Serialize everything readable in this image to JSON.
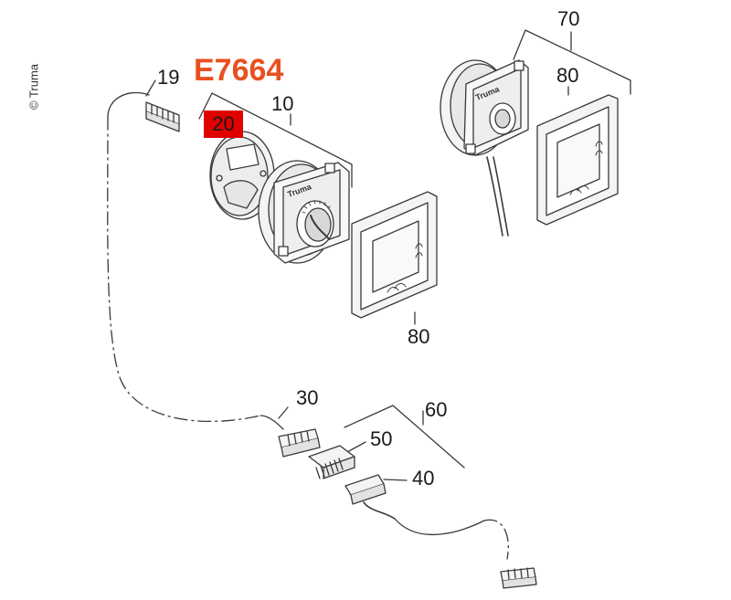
{
  "title": "E7664",
  "copyright": "© Truma",
  "colors": {
    "title": "#e8501f",
    "highlight": "#e00000",
    "line": "#3a3a3a",
    "fill": "#f4f4f4",
    "shade": "#cfcfcf"
  },
  "brand_on_parts": "Truma",
  "callouts": {
    "c19": "19",
    "c20": "20",
    "c10": "10",
    "c70": "70",
    "c80_top": "80",
    "c80_bottom": "80",
    "c30": "30",
    "c60": "60",
    "c50": "50",
    "c40": "40"
  },
  "highlighted_part": "20"
}
